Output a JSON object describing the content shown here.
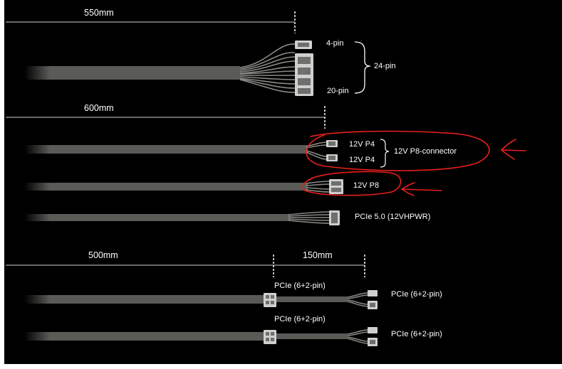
{
  "dimensions": {
    "main_24pin_length": "550mm",
    "cpu_length": "600mm",
    "pcie_main_length": "500mm",
    "pcie_extension_length": "150mm"
  },
  "atx_24pin": {
    "upper_label": "4-pin",
    "lower_label": "20-pin",
    "group_label": "24-pin"
  },
  "cpu_p8_split": {
    "upper_label": "12V P4",
    "lower_label": "12V P4",
    "group_label": "12V P8-connector"
  },
  "cpu_p8_single": {
    "label": "12V P8"
  },
  "pcie5": {
    "label": "PCIe 5.0 (12VHPWR)"
  },
  "pcie_cable_1": {
    "mid_label": "PCIe (6+2-pin)",
    "end_label": "PCIe (6+2-pin)"
  },
  "pcie_cable_2": {
    "mid_label": "PCIe (6+2-pin)",
    "end_label": "PCIe (6+2-pin)"
  },
  "colors": {
    "background": "#000000",
    "cable": "#5a5a57",
    "wire": "#8a8a85",
    "connector": "#cfcfcf",
    "annotation": "#e8201c",
    "text": "#ffffff"
  }
}
